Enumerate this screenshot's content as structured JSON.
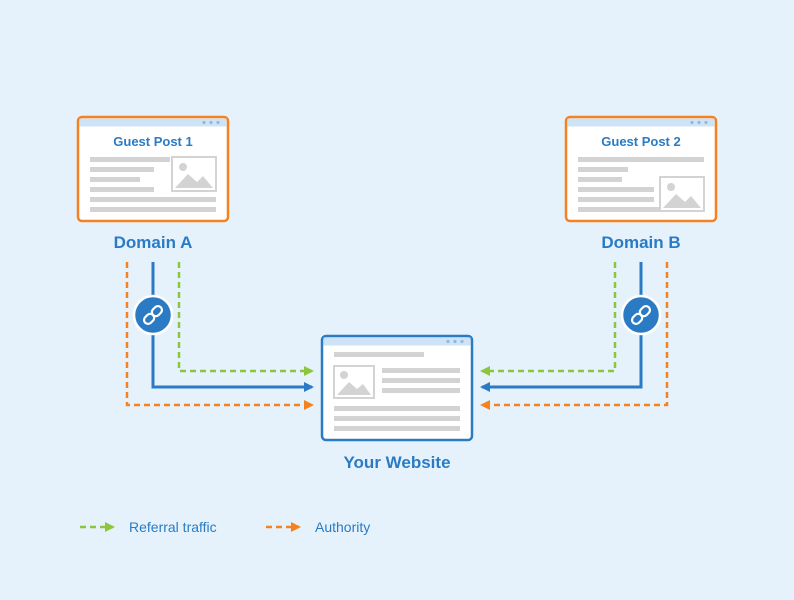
{
  "cards": {
    "guest_post_1": {
      "title": "Guest Post 1",
      "domain": "Domain A"
    },
    "guest_post_2": {
      "title": "Guest Post 2",
      "domain": "Domain B"
    },
    "your_website": {
      "label": "Your Website"
    }
  },
  "legend": {
    "referral": "Referral traffic",
    "authority": "Authority"
  },
  "colors": {
    "background": "#e5f2fc",
    "blue": "#2a7bc4",
    "orange": "#f5821f",
    "green": "#8cc63f",
    "card_bg": "#ffffff",
    "card_header": "#cfe3f6",
    "placeholder": "#d3d3d3"
  },
  "icons": [
    "link-icon",
    "image-placeholder-icon",
    "window-dots-icon"
  ]
}
